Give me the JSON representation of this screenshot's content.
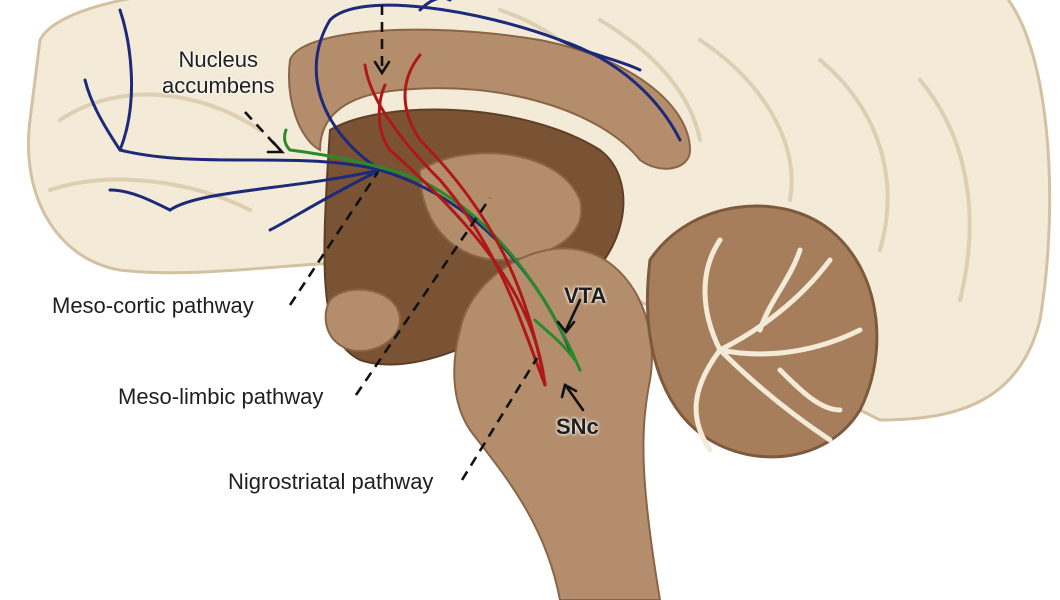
{
  "labels": {
    "nucleus_accumbens_line1": "Nucleus",
    "nucleus_accumbens_line2": "accumbens",
    "meso_cortic": "Meso-cortic pathway",
    "meso_limbic": "Meso-limbic pathway",
    "nigrostriatal": "Nigrostriatal pathway",
    "vta": "VTA",
    "snc": "SNc"
  },
  "colors": {
    "cortex": "#f3ead7",
    "cortex_shadow": "#d9c9a8",
    "brainstem": "#b48e6c",
    "deep_tissue": "#7a5335",
    "cerebellum": "#a67e5c",
    "meso_cortical_tract": "#1d2a7a",
    "meso_limbic_tract": "#2a8a2a",
    "nigrostriatal_tract": "#b01818",
    "leader_line": "#111111"
  }
}
